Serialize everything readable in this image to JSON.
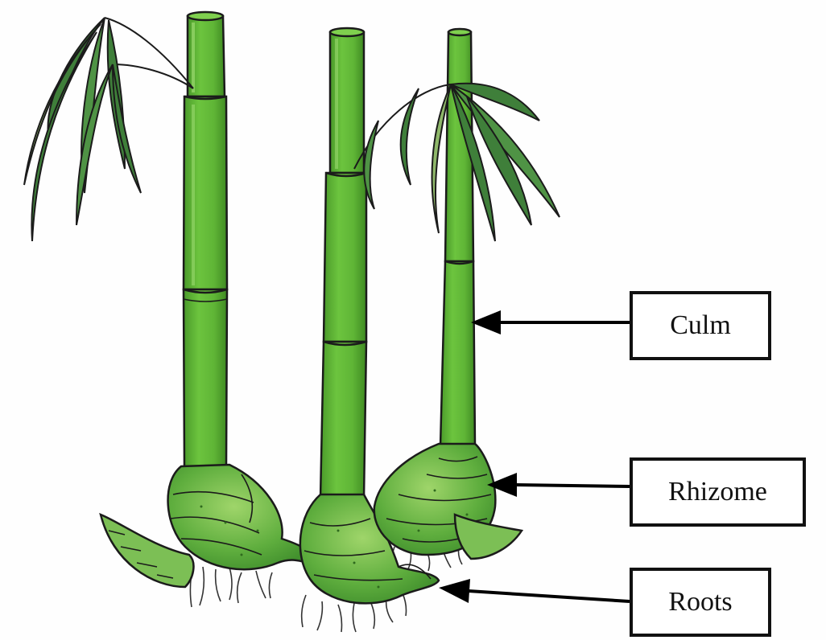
{
  "labels": {
    "culm": "Culm",
    "rhizome": "Rhizome",
    "roots": "Roots"
  },
  "colors": {
    "culm_green": "#5fb536",
    "culm_dark": "#3f8a22",
    "leaf_green": "#3f7f3a",
    "leaf_light": "#8fb86a",
    "rhizome_green": "#5fae3e",
    "outline": "#1b1b1b",
    "arrow": "#000000"
  }
}
